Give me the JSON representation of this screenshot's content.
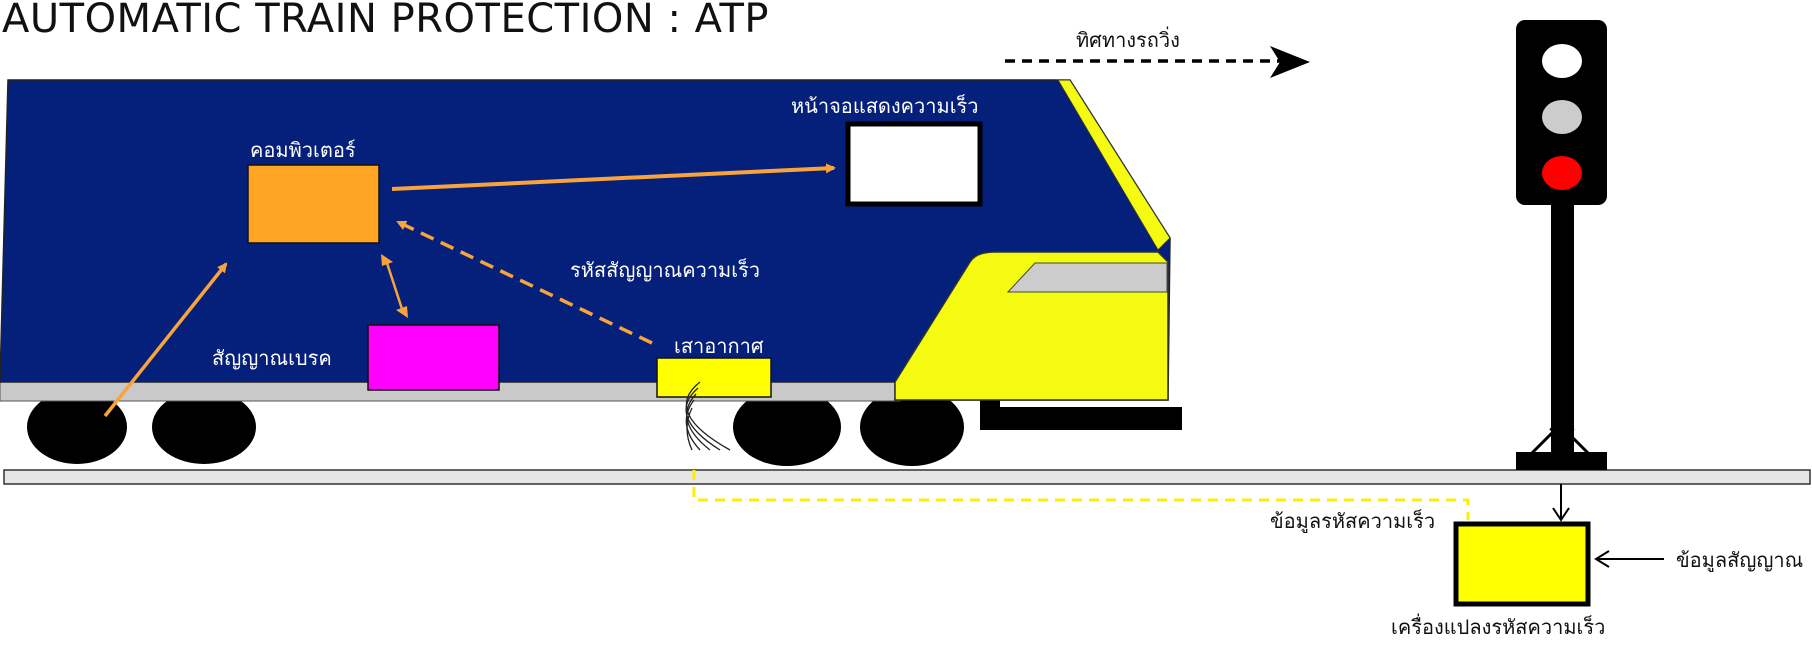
{
  "title": "AUTOMATIC TRAIN PROTECTION : ATP",
  "labels": {
    "direction": "ทิศทางรถวิ่ง",
    "speed_display": "หน้าจอแสดงความเร็ว",
    "computer": "คอมพิวเตอร์",
    "speed_code": "รหัสสัญญาณความเร็ว",
    "brake_signal": "สัญญาณเบรค",
    "antenna": "เสาอากาศ",
    "speed_code_data": "ข้อมูลรหัสความเร็ว",
    "signal_data": "ข้อมูลสัญญาณ",
    "speed_code_converter": "เครื่องแปลงรหัสความเร็ว"
  },
  "colors": {
    "train_body": "#04207a",
    "train_nose": "#f4fb10",
    "computer_box": "#ffa523",
    "brake_box": "#ff00ff",
    "antenna_box": "#ffff00",
    "converter_box": "#ffff00",
    "arrow_orange": "#f8a43a",
    "signal_red": "#ff0000",
    "signal_lamp": "#ffffff"
  }
}
